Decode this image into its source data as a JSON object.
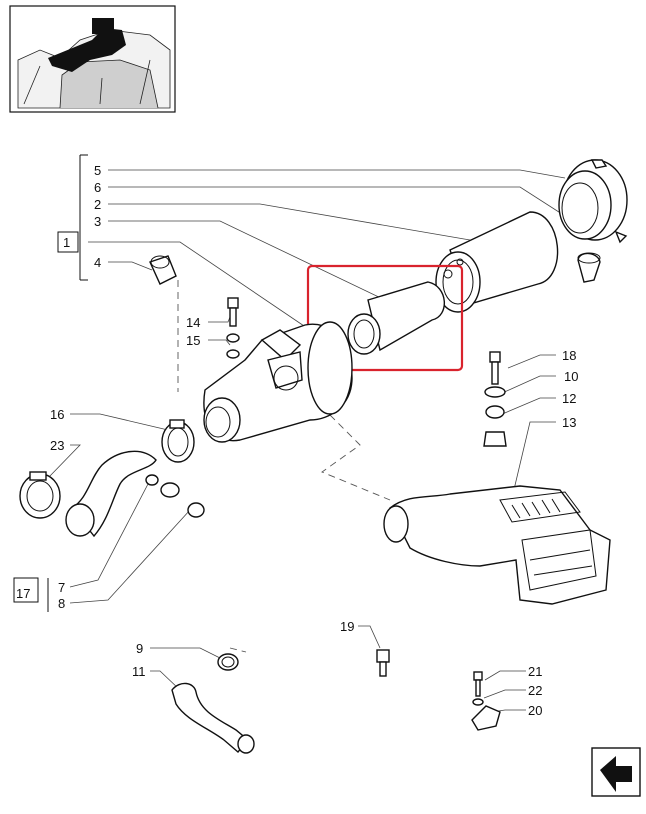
{
  "diagram": {
    "callouts": [
      "5",
      "6",
      "2",
      "3",
      "1",
      "4",
      "14",
      "15",
      "16",
      "23",
      "17",
      "7",
      "8",
      "18",
      "10",
      "12",
      "13",
      "9",
      "11",
      "19",
      "21",
      "22",
      "20"
    ],
    "highlight_color": "#d9232d",
    "line_color": "#111111"
  },
  "icons": {
    "thumbnail": "engine-thumbnail-icon",
    "nav": "arrow-right-icon"
  }
}
